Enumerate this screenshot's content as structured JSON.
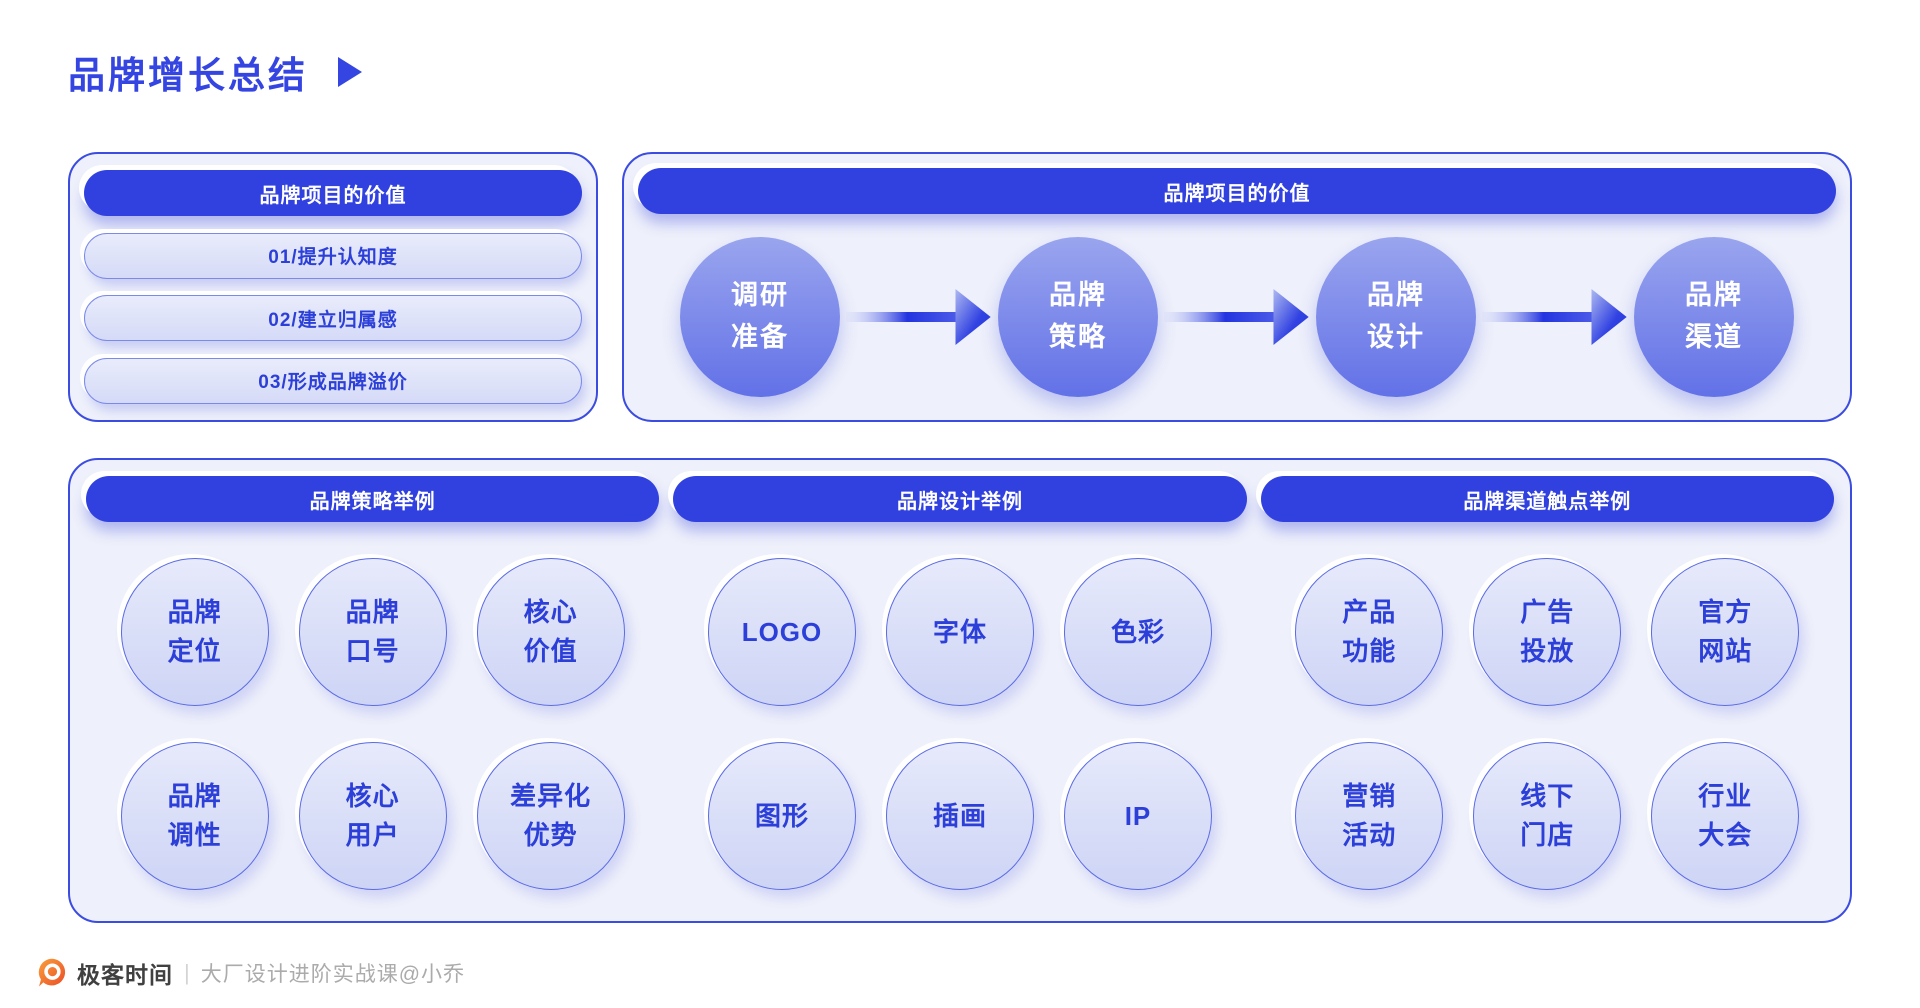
{
  "page": {
    "title": "品牌增长总结"
  },
  "panels": {
    "values": {
      "header": "品牌项目的价值",
      "items": [
        "01/提升认知度",
        "02/建立归属感",
        "03/形成品牌溢价"
      ]
    },
    "process": {
      "header": "品牌项目的价值",
      "steps": [
        "调研\n准备",
        "品牌\n策略",
        "品牌\n设计",
        "品牌\n渠道"
      ]
    },
    "examples": {
      "groups": [
        {
          "header": "品牌策略举例",
          "items": [
            "品牌\n定位",
            "品牌\n口号",
            "核心\n价值",
            "品牌\n调性",
            "核心\n用户",
            "差异化\n优势"
          ]
        },
        {
          "header": "品牌设计举例",
          "items": [
            "LOGO",
            "字体",
            "色彩",
            "图形",
            "插画",
            "IP"
          ]
        },
        {
          "header": "品牌渠道触点举例",
          "items": [
            "产品\n功能",
            "广告\n投放",
            "官方\n网站",
            "营销\n活动",
            "线下\n门店",
            "行业\n大会"
          ]
        }
      ]
    }
  },
  "footer": {
    "brand": "极客时间",
    "separator": "|",
    "course": "大厂设计进阶实战课@小乔"
  },
  "colors": {
    "accent_blue": "#3141E0",
    "panel_bg": "#EEF0FB",
    "panel_border": "#3B4CE0",
    "light_circle_text": "#2C3FD8",
    "logo_orange": "#F06A30"
  }
}
